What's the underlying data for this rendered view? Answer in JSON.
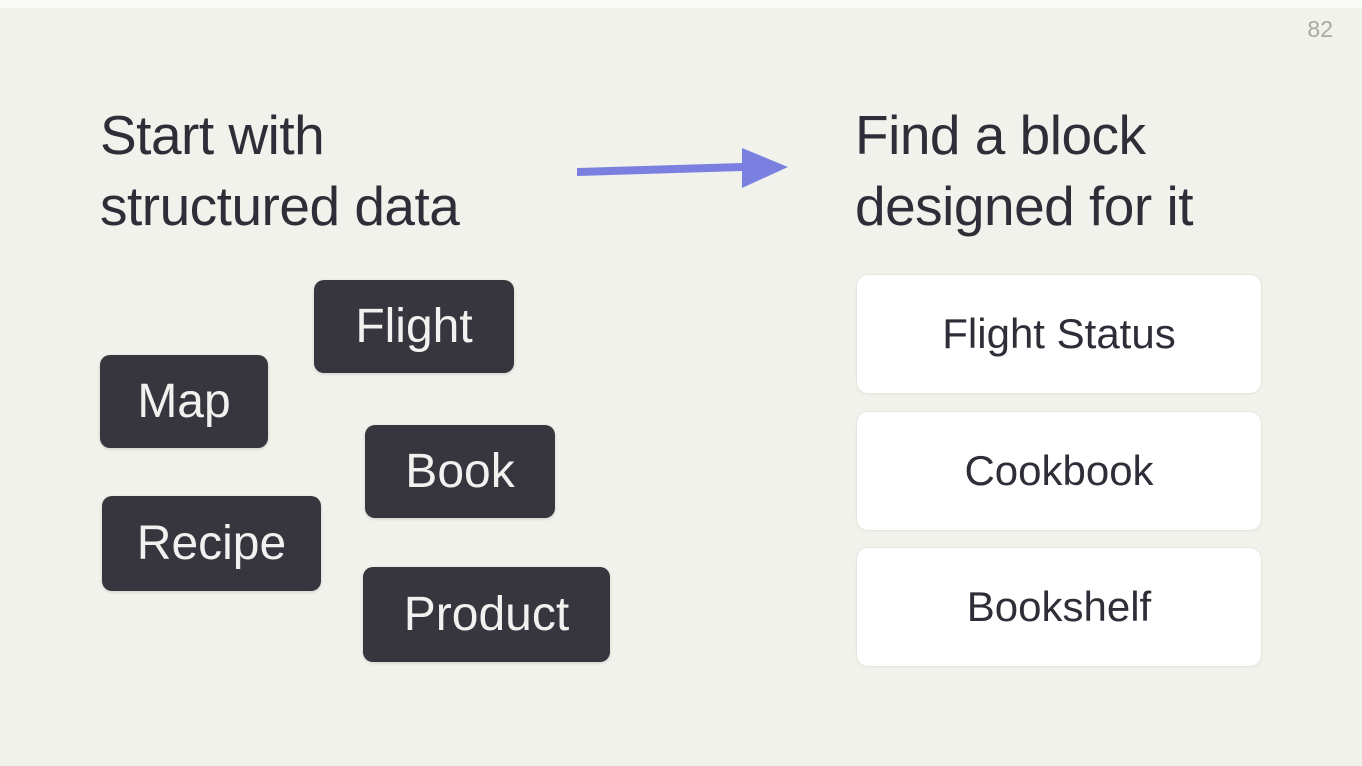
{
  "page": {
    "number": "82"
  },
  "left_section": {
    "heading": "Start with\nstructured data",
    "tags": [
      {
        "label": "Flight"
      },
      {
        "label": "Map"
      },
      {
        "label": "Book"
      },
      {
        "label": "Recipe"
      },
      {
        "label": "Product"
      }
    ]
  },
  "right_section": {
    "heading": "Find a block\ndesigned for it",
    "blocks": [
      {
        "label": "Flight Status"
      },
      {
        "label": "Cookbook"
      },
      {
        "label": "Bookshelf"
      }
    ]
  },
  "icons": {
    "arrow": "arrow-right-icon"
  },
  "colors": {
    "background": "#f0f2eb",
    "heading_text": "#2f2d38",
    "tag_background": "#37353e",
    "tag_text": "#f2f1ef",
    "card_background": "#ffffff",
    "card_border": "#e5e7df",
    "card_text": "#2f2d38",
    "arrow": "#7b80e0",
    "page_number": "#a8aaa2"
  }
}
